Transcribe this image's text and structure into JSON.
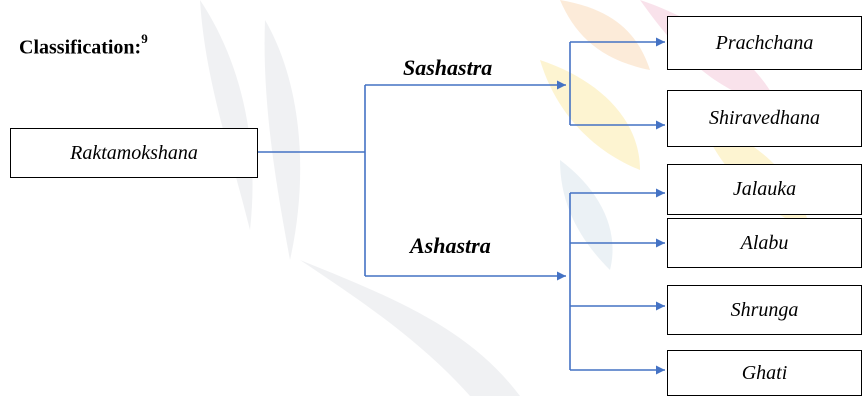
{
  "heading": {
    "text": "Classification:",
    "superscript": "9"
  },
  "root": {
    "label": "Raktamokshana"
  },
  "branches": [
    {
      "label": "Sashastra",
      "leaves": [
        "Prachchana",
        "Shiravedhana"
      ]
    },
    {
      "label": "Ashastra",
      "leaves": [
        "Jalauka",
        "Alabu",
        "Shrunga",
        "Ghati"
      ]
    }
  ],
  "colors": {
    "connector": "#4472c4",
    "box_border": "#000000",
    "text": "#000000"
  }
}
